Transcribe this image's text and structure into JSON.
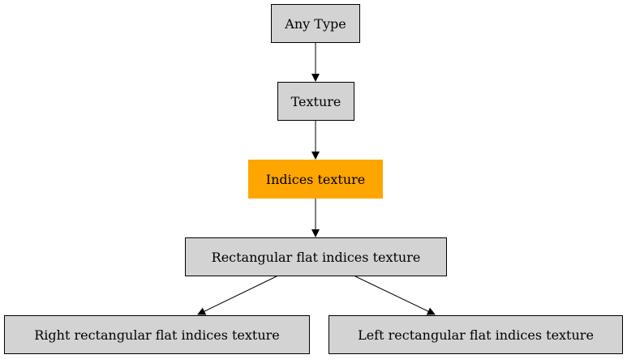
{
  "diagram": {
    "nodes": [
      {
        "id": "any",
        "label": "Any Type",
        "highlighted": false
      },
      {
        "id": "texture",
        "label": "Texture",
        "highlighted": false
      },
      {
        "id": "indices",
        "label": "Indices texture",
        "highlighted": true
      },
      {
        "id": "rect",
        "label": "Rectangular flat indices texture",
        "highlighted": false
      },
      {
        "id": "right",
        "label": "Right rectangular flat indices texture",
        "highlighted": false
      },
      {
        "id": "left",
        "label": "Left rectangular flat indices texture",
        "highlighted": false
      }
    ],
    "edges": [
      {
        "from": "any",
        "to": "texture"
      },
      {
        "from": "texture",
        "to": "indices"
      },
      {
        "from": "indices",
        "to": "rect"
      },
      {
        "from": "rect",
        "to": "right"
      },
      {
        "from": "rect",
        "to": "left"
      }
    ],
    "colors": {
      "node_fill": "#d3d3d3",
      "highlight_fill": "#ffa500",
      "stroke": "#000000"
    }
  }
}
